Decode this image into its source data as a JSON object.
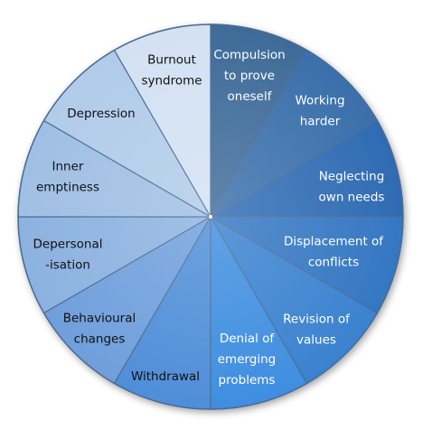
{
  "diagram": {
    "stages": [
      {
        "lines": [
          "Compulsion",
          "to prove",
          "oneself"
        ],
        "fill": "#3f6b99",
        "text_color": "#ffffff"
      },
      {
        "lines": [
          "Working",
          "harder"
        ],
        "fill": "#3a6fab",
        "text_color": "#ffffff"
      },
      {
        "lines": [
          "Neglecting",
          "own needs"
        ],
        "fill": "#2f6bb3",
        "text_color": "#ffffff"
      },
      {
        "lines": [
          "Displacement of",
          "conflicts"
        ],
        "fill": "#3577c2",
        "text_color": "#ffffff"
      },
      {
        "lines": [
          "Revision of",
          "values"
        ],
        "fill": "#3b82cf",
        "text_color": "#ffffff"
      },
      {
        "lines": [
          "Denial of",
          "emerging",
          "problems"
        ],
        "fill": "#3f8ee0",
        "text_color": "#ffffff"
      },
      {
        "lines": [
          "Withdrawal"
        ],
        "fill": "#4f8ed8",
        "text_color": "#111111"
      },
      {
        "lines": [
          "Behavioural",
          "changes"
        ],
        "fill": "#6f9fdc",
        "text_color": "#111111"
      },
      {
        "lines": [
          "Depersonal",
          "-isation"
        ],
        "fill": "#8cb2e0",
        "text_color": "#111111"
      },
      {
        "lines": [
          "Inner",
          "emptiness"
        ],
        "fill": "#a0bfe4",
        "text_color": "#111111"
      },
      {
        "lines": [
          "Depression"
        ],
        "fill": "#b1cbe9",
        "text_color": "#111111"
      },
      {
        "lines": [
          "Burnout",
          "syndrome"
        ],
        "fill": "#d3e1f3",
        "text_color": "#111111"
      }
    ],
    "edge_color": "#4a6c96"
  }
}
